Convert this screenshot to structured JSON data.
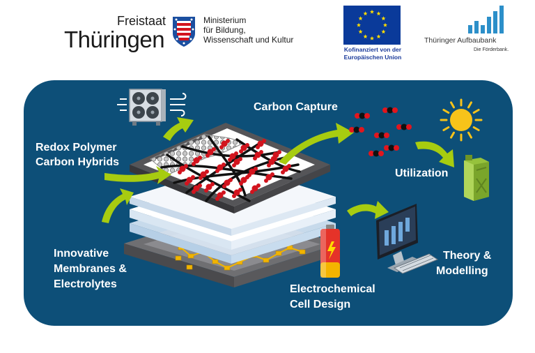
{
  "header": {
    "freistaat_small": "Freistaat",
    "freistaat_big": "Thüringen",
    "ministry_lines": [
      "Ministerium",
      "für Bildung,",
      "Wissenschaft und Kultur"
    ],
    "eu_lines": [
      "Kofinanziert von der",
      "Europäischen Union"
    ],
    "aufbaubank_name": "Thüringer Aufbaubank",
    "aufbaubank_tagline": "Die Förderbank."
  },
  "diagram": {
    "labels": {
      "carbon_capture": "Carbon Capture",
      "redox_line1": "Redox Polymer",
      "redox_line2": "Carbon Hybrids",
      "utilization": "Utilization",
      "membranes_line1": "Innovative",
      "membranes_line2": "Membranes &",
      "membranes_line3": "Electrolytes",
      "theory_line1": "Theory &",
      "theory_line2": "Modelling",
      "electro_line1": "Electrochemical",
      "electro_line2": "Cell Design"
    },
    "colors": {
      "panel": "#0d4f78",
      "arrow": "#a7cc10",
      "polymer": "#d2141e",
      "sun": "#f7c31a",
      "canister": "#96c23c"
    },
    "icons": [
      "fan-icon",
      "sun-icon",
      "canister-icon",
      "computer-icon",
      "battery-icon",
      "co2-molecule-icon"
    ]
  }
}
